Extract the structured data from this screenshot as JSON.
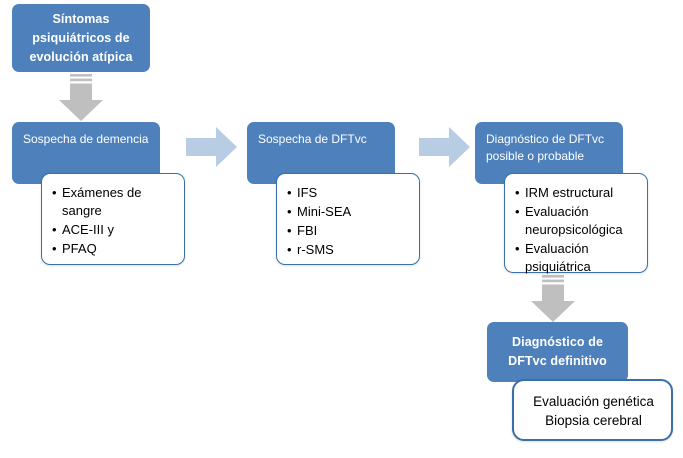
{
  "diagram": {
    "title_box": {
      "lines": [
        "Síntomas",
        "psiquiátricos de",
        "evolución atípica"
      ],
      "text": "Síntomas\npsiquiátricos de\nevolución atípica"
    },
    "stages": [
      {
        "header": "Sospecha de demencia",
        "items": [
          "Exámenes de sangre",
          "ACE-III y",
          "PFAQ"
        ]
      },
      {
        "header": "Sospecha de DFTvc",
        "items": [
          "IFS",
          "Mini-SEA",
          "FBI",
          "r-SMS"
        ]
      },
      {
        "header": "Diagnóstico de DFTvc\nposible o probable",
        "items": [
          "IRM estructural",
          "Evaluación\nneuropsicológica",
          "Evaluación\npsiquiátrica"
        ]
      }
    ],
    "final": {
      "header": "Diagnóstico de\nDFTvc definitivo",
      "header_lines": [
        "Diagnóstico de",
        "DFTvc definitivo"
      ],
      "body_lines": [
        "Evaluación genética",
        "Biopsia cerebral"
      ]
    },
    "arrows": {
      "down_1": "down-arrow",
      "down_2": "down-arrow",
      "right_1": "right-arrow",
      "right_2": "right-arrow"
    },
    "colors": {
      "blue_fill": "#4E81BC",
      "box_border": "#3A6FA8",
      "gray_arrow": "#BFBFBF",
      "blue_arrow": "#B8CCE4",
      "background": "#FFFFFF",
      "text_on_blue": "#FFFFFF",
      "text_on_white": "#000000"
    }
  }
}
